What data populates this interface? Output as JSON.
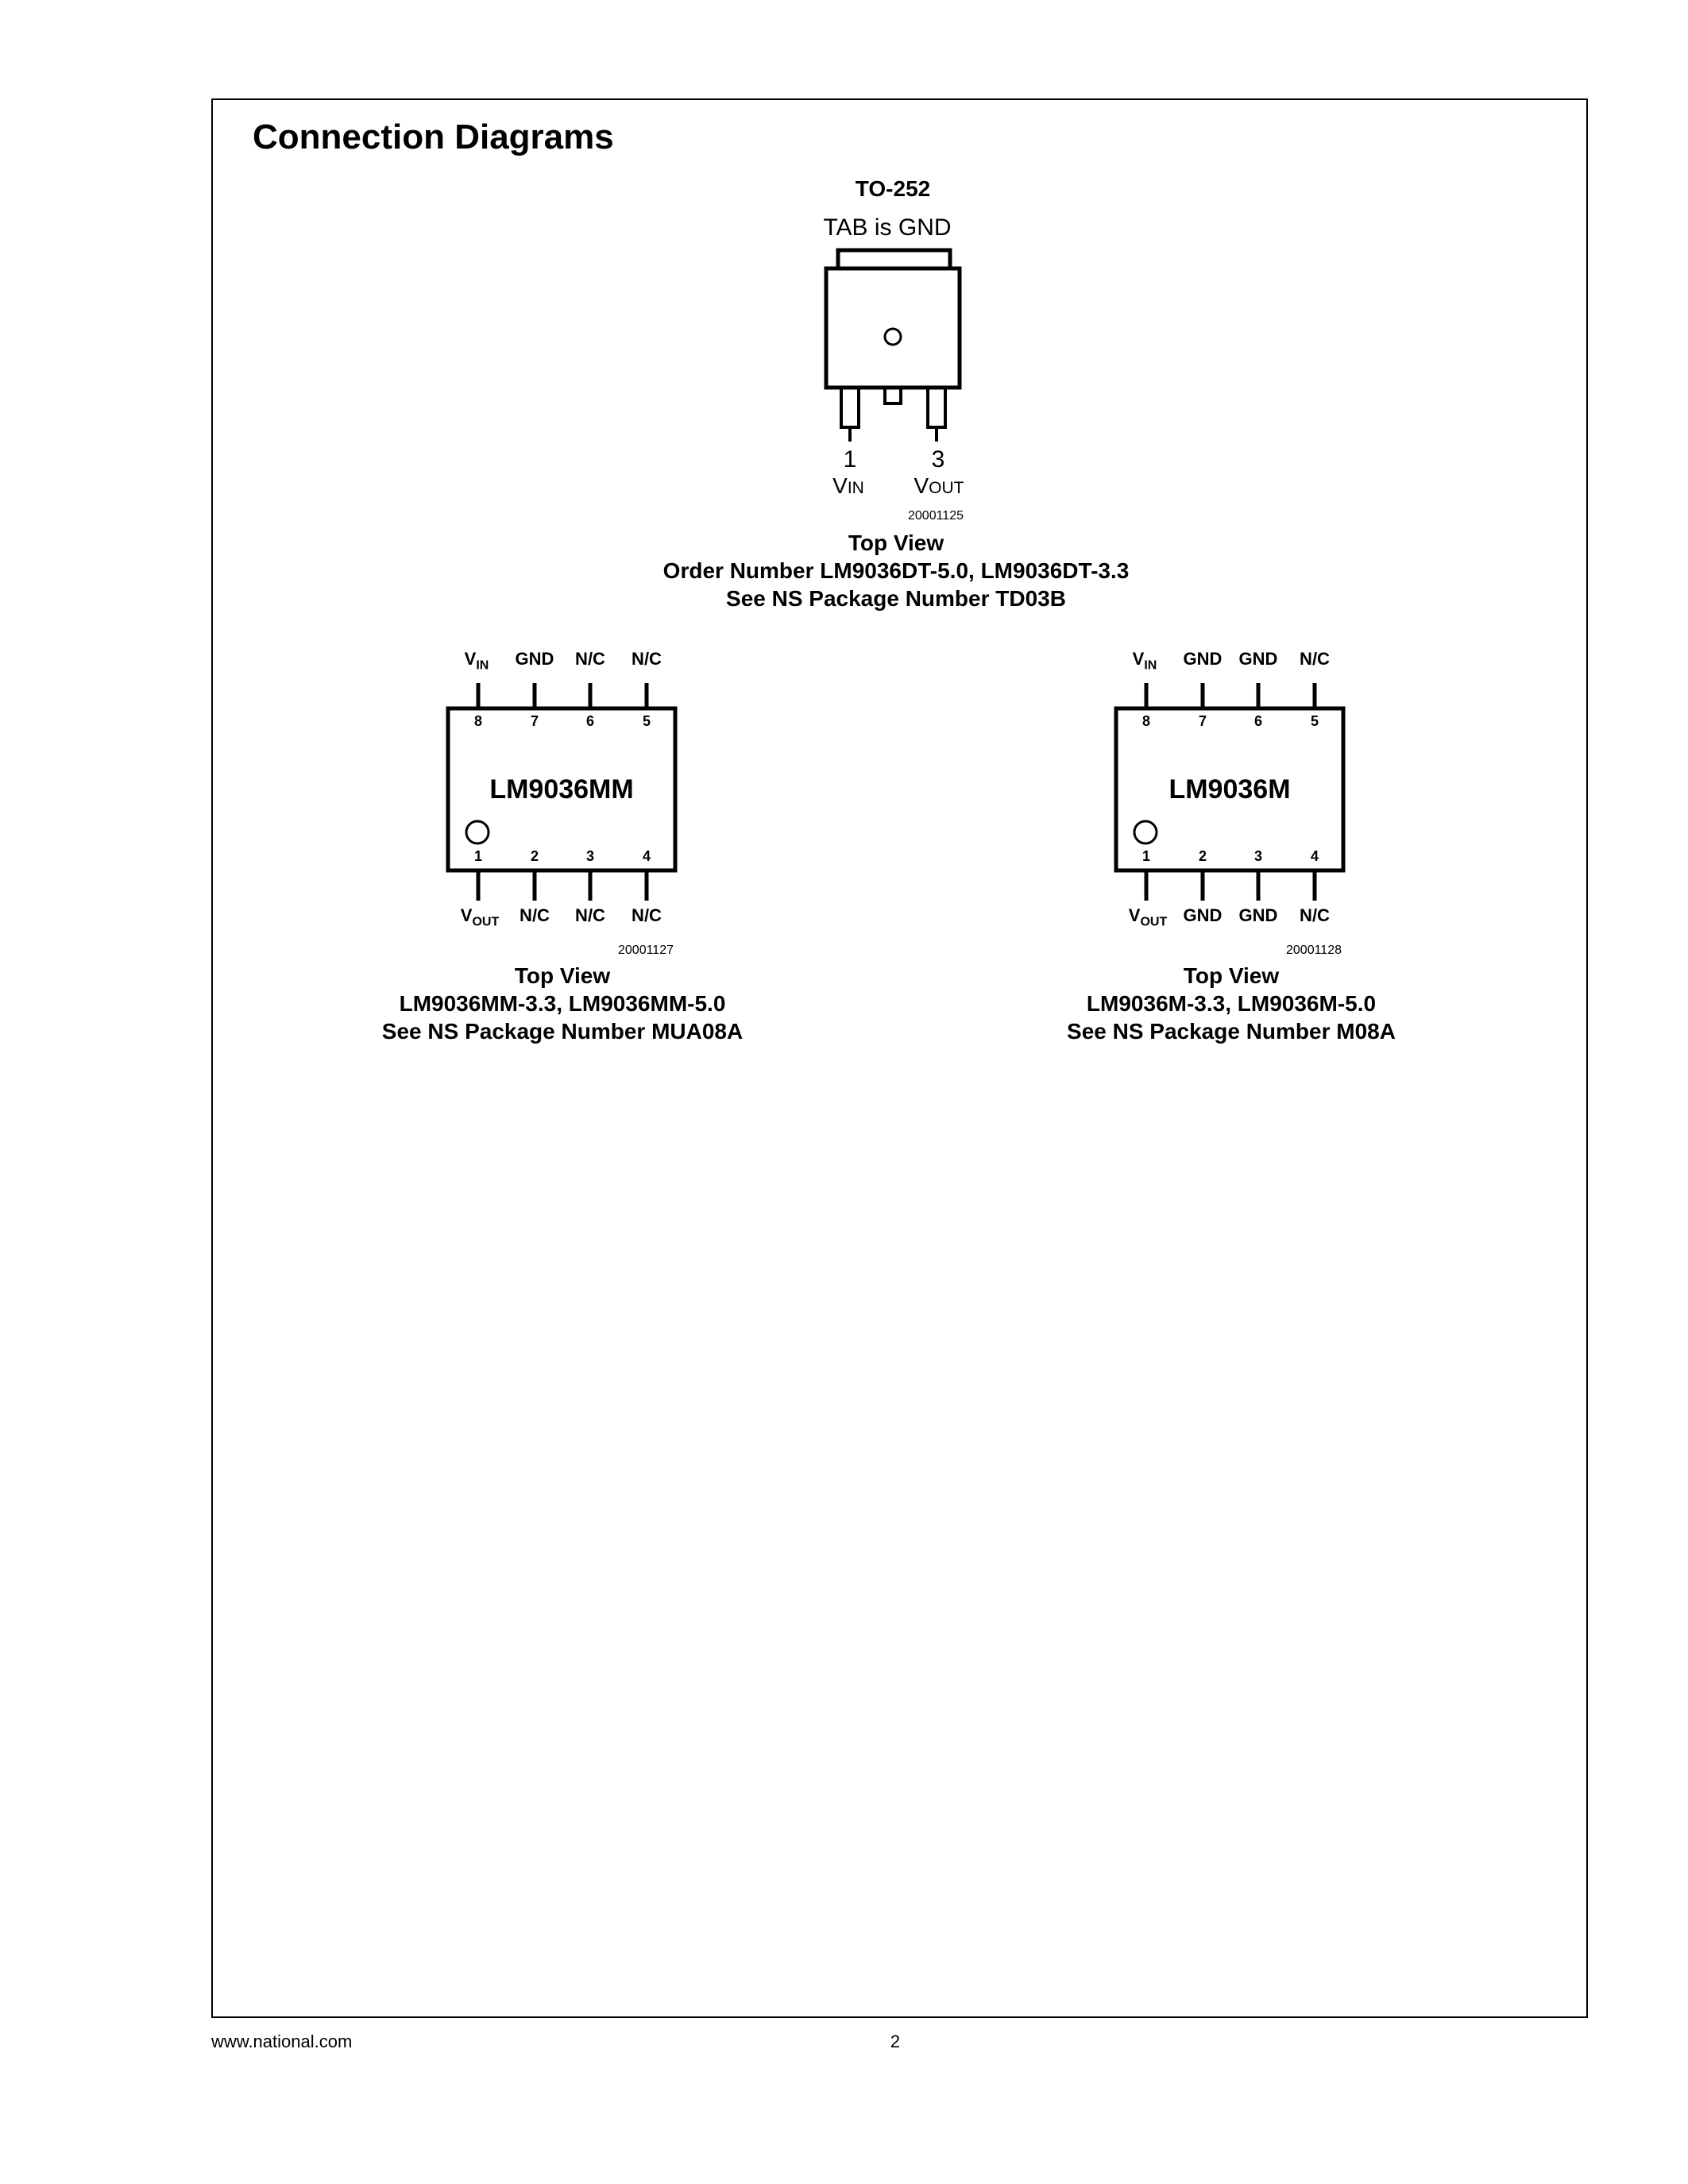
{
  "title": "Connection Diagrams",
  "to252": {
    "package": "TO-252",
    "tab_label": "TAB is GND",
    "pin1_num": "1",
    "pin3_num": "3",
    "pin1_name": "V",
    "pin1_sub": "IN",
    "pin3_name": "V",
    "pin3_sub": "OUT",
    "figure_id": "20001125",
    "view": "Top View",
    "order": "Order Number LM9036DT-5.0, LM9036DT-3.3",
    "ns_package": "See NS Package Number TD03B"
  },
  "mm": {
    "part": "LM9036MM",
    "top_labels": [
      {
        "name": "V",
        "sub": "IN"
      },
      {
        "name": "GND",
        "sub": ""
      },
      {
        "name": "N/C",
        "sub": ""
      },
      {
        "name": "N/C",
        "sub": ""
      }
    ],
    "top_nums": [
      "8",
      "7",
      "6",
      "5"
    ],
    "bottom_nums": [
      "1",
      "2",
      "3",
      "4"
    ],
    "bottom_labels": [
      {
        "name": "V",
        "sub": "OUT"
      },
      {
        "name": "N/C",
        "sub": ""
      },
      {
        "name": "N/C",
        "sub": ""
      },
      {
        "name": "N/C",
        "sub": ""
      }
    ],
    "figure_id": "20001127",
    "view": "Top View",
    "order": "LM9036MM-3.3, LM9036MM-5.0",
    "ns_package": "See NS Package Number MUA08A"
  },
  "m": {
    "part": "LM9036M",
    "top_labels": [
      {
        "name": "V",
        "sub": "IN"
      },
      {
        "name": "GND",
        "sub": ""
      },
      {
        "name": "GND",
        "sub": ""
      },
      {
        "name": "N/C",
        "sub": ""
      }
    ],
    "top_nums": [
      "8",
      "7",
      "6",
      "5"
    ],
    "bottom_nums": [
      "1",
      "2",
      "3",
      "4"
    ],
    "bottom_labels": [
      {
        "name": "V",
        "sub": "OUT"
      },
      {
        "name": "GND",
        "sub": ""
      },
      {
        "name": "GND",
        "sub": ""
      },
      {
        "name": "N/C",
        "sub": ""
      }
    ],
    "figure_id": "20001128",
    "view": "Top View",
    "order": "LM9036M-3.3, LM9036M-5.0",
    "ns_package": "See NS Package Number M08A"
  },
  "footer": {
    "url": "www.national.com",
    "page_number": "2"
  }
}
